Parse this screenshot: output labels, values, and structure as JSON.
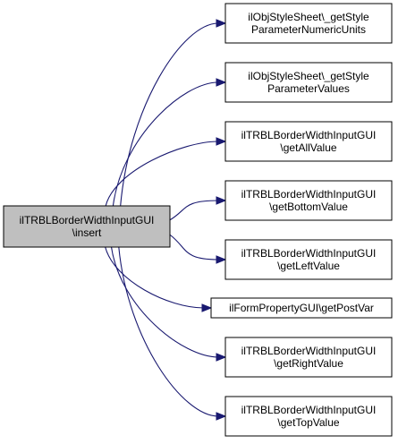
{
  "colors": {
    "background": "#ffffff",
    "node_fill": "#ffffff",
    "focus_node_fill": "#bfbfbf",
    "node_border": "#000000",
    "edge": "#191970",
    "text": "#000000"
  },
  "graph": {
    "source": {
      "id": "insert",
      "lines": [
        "ilTRBLBorderWidthInputGUI",
        "\\insert"
      ]
    },
    "targets": [
      {
        "id": "get-style-parameter-numeric-units",
        "lines": [
          "ilObjStyleSheet\\_getStyle",
          "ParameterNumericUnits"
        ]
      },
      {
        "id": "get-style-parameter-values",
        "lines": [
          "ilObjStyleSheet\\_getStyle",
          "ParameterValues"
        ]
      },
      {
        "id": "get-all-value",
        "lines": [
          "ilTRBLBorderWidthInputGUI",
          "\\getAllValue"
        ]
      },
      {
        "id": "get-bottom-value",
        "lines": [
          "ilTRBLBorderWidthInputGUI",
          "\\getBottomValue"
        ]
      },
      {
        "id": "get-left-value",
        "lines": [
          "ilTRBLBorderWidthInputGUI",
          "\\getLeftValue"
        ]
      },
      {
        "id": "get-post-var",
        "lines": [
          "ilFormPropertyGUI\\getPostVar"
        ]
      },
      {
        "id": "get-right-value",
        "lines": [
          "ilTRBLBorderWidthInputGUI",
          "\\getRightValue"
        ]
      },
      {
        "id": "get-top-value",
        "lines": [
          "ilTRBLBorderWidthInputGUI",
          "\\getTopValue"
        ]
      }
    ],
    "edges": [
      {
        "from": "insert",
        "to": "get-style-parameter-numeric-units"
      },
      {
        "from": "insert",
        "to": "get-style-parameter-values"
      },
      {
        "from": "insert",
        "to": "get-all-value"
      },
      {
        "from": "insert",
        "to": "get-bottom-value"
      },
      {
        "from": "insert",
        "to": "get-left-value"
      },
      {
        "from": "insert",
        "to": "get-post-var"
      },
      {
        "from": "insert",
        "to": "get-right-value"
      },
      {
        "from": "insert",
        "to": "get-top-value"
      }
    ]
  }
}
